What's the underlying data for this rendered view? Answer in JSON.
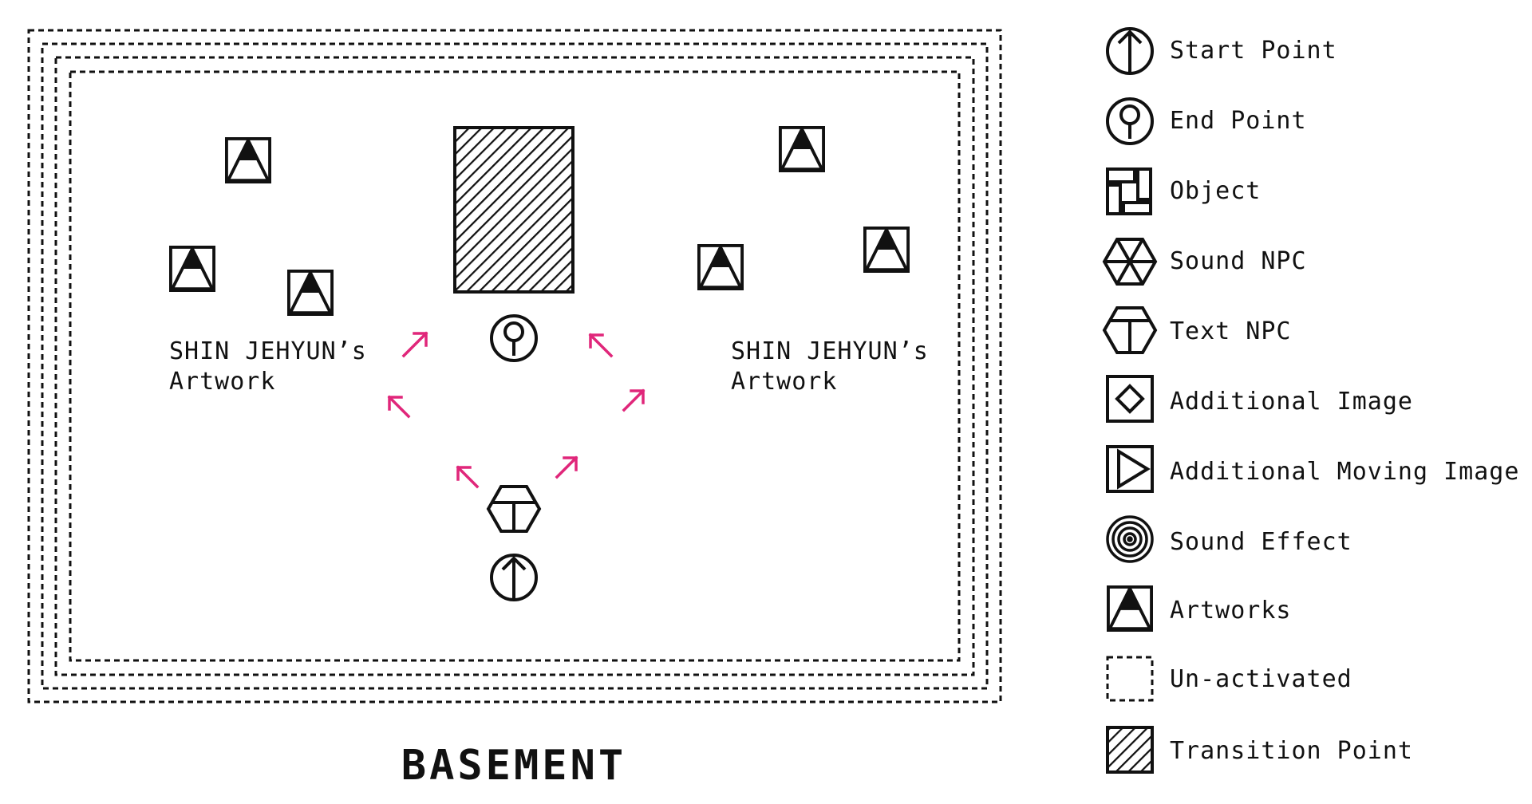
{
  "floor": {
    "title": "BASEMENT"
  },
  "map": {
    "artwork_label_left": "SHIN JEHYUN’s\nArtwork",
    "artwork_label_right": "SHIN JEHYUN’s\nArtwork",
    "accent_color": "#e0267a"
  },
  "legend": {
    "items": [
      {
        "label": "Start Point",
        "icon": "start-point-icon"
      },
      {
        "label": "End Point",
        "icon": "end-point-icon"
      },
      {
        "label": "Object",
        "icon": "object-icon"
      },
      {
        "label": "Sound NPC",
        "icon": "sound-npc-icon"
      },
      {
        "label": "Text NPC",
        "icon": "text-npc-icon"
      },
      {
        "label": "Additional Image",
        "icon": "additional-image-icon"
      },
      {
        "label": "Additional Moving Image",
        "icon": "additional-moving-image-icon"
      },
      {
        "label": "Sound Effect",
        "icon": "sound-effect-icon"
      },
      {
        "label": "Artworks",
        "icon": "artwork-icon"
      },
      {
        "label": "Un-activated",
        "icon": "unactivated-icon"
      },
      {
        "label": "Transition Point",
        "icon": "transition-point-icon"
      }
    ]
  }
}
